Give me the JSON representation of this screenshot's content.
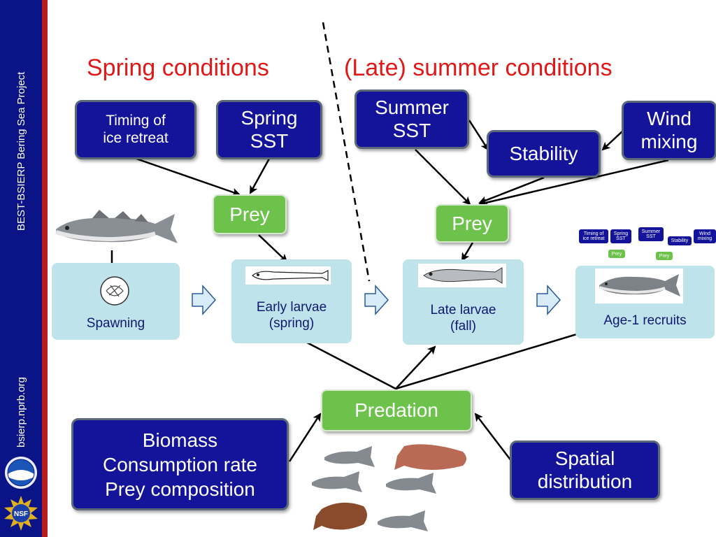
{
  "sidebar": {
    "project_name": "BEST-BSIERP Bering Sea Project",
    "website": "bsierp.nprb.org",
    "logos": [
      "noaa-logo",
      "nsf-logo"
    ]
  },
  "headings": {
    "spring": "Spring conditions",
    "summer": "(Late) summer conditions"
  },
  "drivers": {
    "ice_retreat": "Timing of\nice retreat",
    "spring_sst": "Spring\nSST",
    "summer_sst": "Summer\nSST",
    "stability": "Stability",
    "wind_mixing": "Wind\nmixing"
  },
  "prey": {
    "spring": "Prey",
    "summer": "Prey"
  },
  "stages": {
    "spawning": "Spawning",
    "early_larvae": "Early larvae\n(spring)",
    "late_larvae": "Late larvae\n(fall)",
    "age1": "Age-1 recruits"
  },
  "predation": "Predation",
  "predator_factors": {
    "left": "Biomass\nConsumption rate\nPrey composition",
    "right": "Spatial\ndistribution"
  },
  "mini_diagram": {
    "ice": "Timing of\nice retreat",
    "spring_sst": "Spring\nSST",
    "summer_sst": "Summer\nSST",
    "stability": "Stability",
    "wind": "Wind\nmixing",
    "prey1": "Prey",
    "prey2": "Prey"
  },
  "colors": {
    "sidebar": "#0b1487",
    "stripe": "#b91c1c",
    "driver_box": "#14149a",
    "prey_box": "#6cc24a",
    "stage_box": "#bfe3ea",
    "heading": "#e01818"
  }
}
